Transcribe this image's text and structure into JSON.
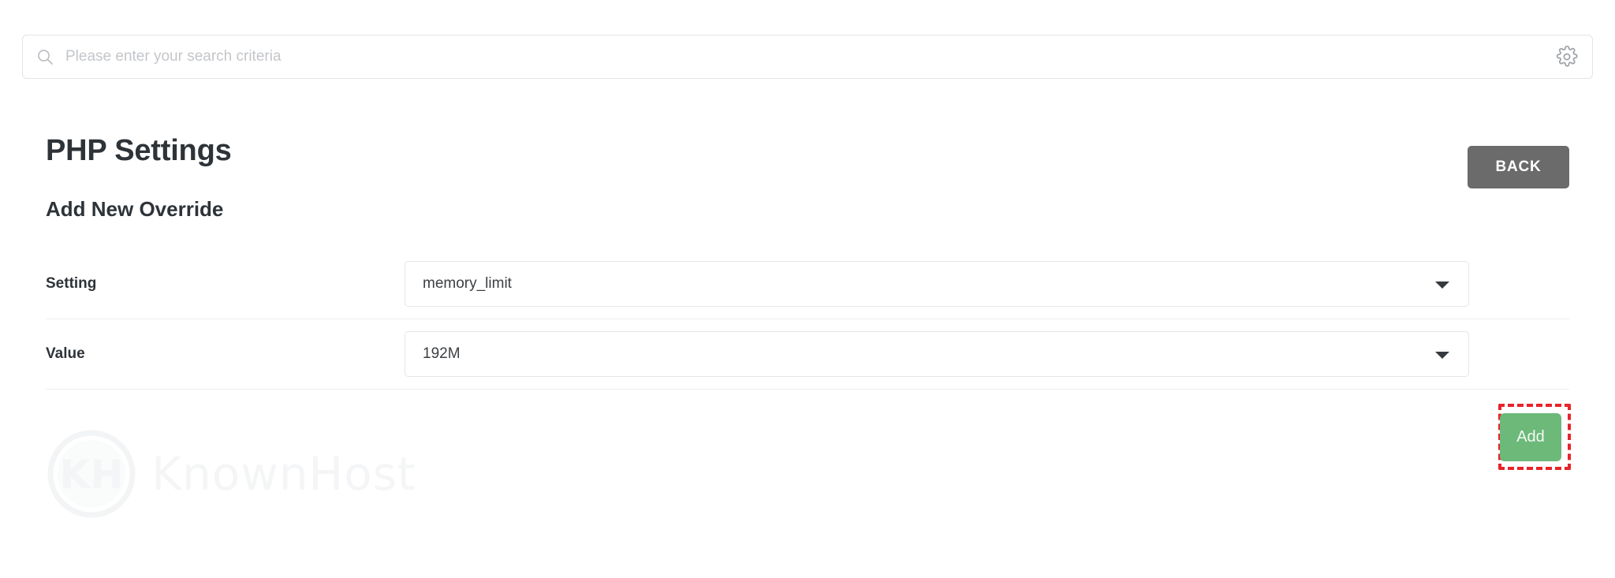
{
  "search": {
    "placeholder": "Please enter your search criteria",
    "value": "",
    "icon": "search-icon",
    "settings_icon": "gear-icon"
  },
  "header": {
    "title": "PHP Settings",
    "back_label": "BACK"
  },
  "section": {
    "title": "Add New Override"
  },
  "form": {
    "rows": [
      {
        "label": "Setting",
        "value": "memory_limit",
        "caret_icon": "chevron-down-icon"
      },
      {
        "label": "Value",
        "value": "192M",
        "caret_icon": "chevron-down-icon"
      }
    ]
  },
  "actions": {
    "add_label": "Add",
    "highlight_color": "#e8232a",
    "add_color": "#6cb97a"
  },
  "watermark": {
    "text": "KnownHost",
    "logo_text": "KH"
  },
  "colors": {
    "back_button": "#6b6b6b",
    "add_button": "#6cb97a",
    "highlight": "#e8232a",
    "text": "#2e3338",
    "border": "#e4e6e8"
  }
}
